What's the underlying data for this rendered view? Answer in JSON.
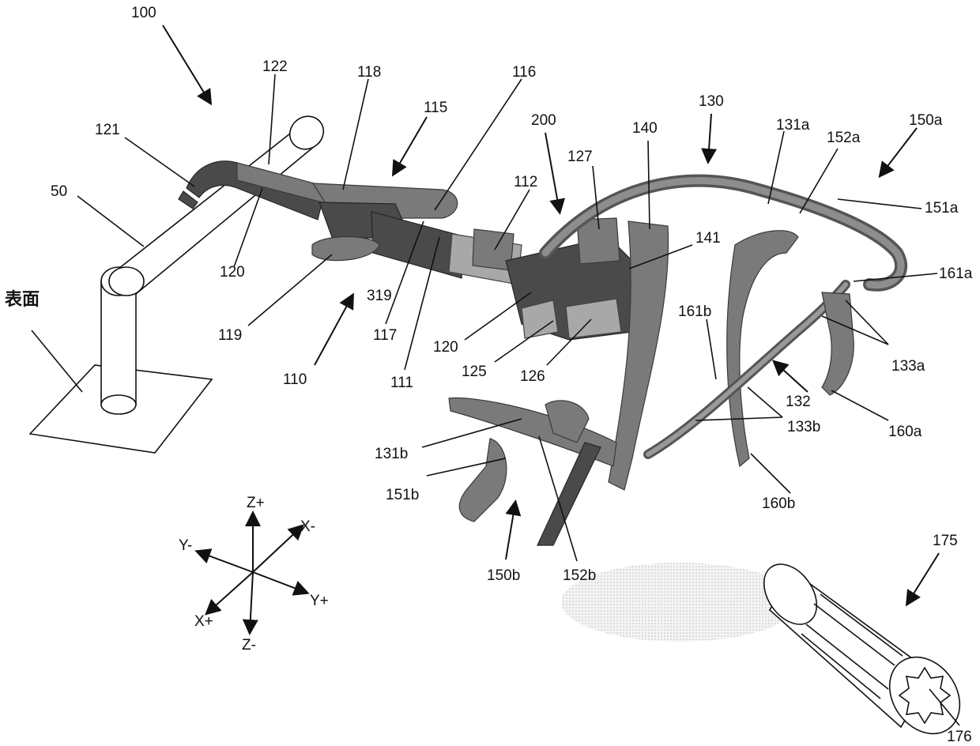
{
  "labels": {
    "l100": "100",
    "l122": "122",
    "l118": "118",
    "l116": "116",
    "l115": "115",
    "l121": "121",
    "l50": "50",
    "l120a": "120",
    "l319": "319",
    "l119": "119",
    "l110": "110",
    "l117": "117",
    "l111": "111",
    "l112": "112",
    "l200": "200",
    "l127": "127",
    "l140": "140",
    "l130": "130",
    "l131a": "131a",
    "l152a": "152a",
    "l150a": "150a",
    "l151a": "151a",
    "l141": "141",
    "l161a": "161a",
    "l120b": "120",
    "l125": "125",
    "l126": "126",
    "l161b": "161b",
    "l133a": "133a",
    "l132": "132",
    "l133b": "133b",
    "l160a": "160a",
    "l131b": "131b",
    "l151b": "151b",
    "l160b": "160b",
    "l150b": "150b",
    "l152b": "152b",
    "l175": "175",
    "l176": "176",
    "surface": "表面"
  },
  "axes": {
    "zp": "Z+",
    "zm": "Z-",
    "xm": "X-",
    "xp": "X+",
    "ym": "Y-",
    "yp": "Y+"
  },
  "colors": {
    "ink": "#111111",
    "part": "#7a7a7a",
    "shadow": "#d8d8d8"
  }
}
